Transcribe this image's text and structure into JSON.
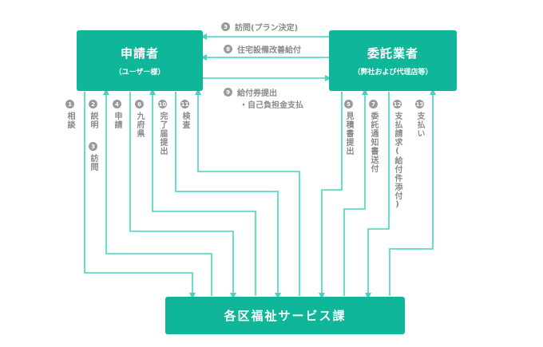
{
  "nodes": {
    "applicant": {
      "title": "申請者",
      "subtitle": "（ユーザー様）"
    },
    "contractor": {
      "title": "委託業者",
      "subtitle": "（弊社および代理店等）"
    },
    "office": {
      "title": "各区福祉サービス課"
    }
  },
  "top_steps": [
    {
      "num": "3",
      "label": "訪問(プラン決定)"
    },
    {
      "num": "8",
      "label": "住宅設備改善給付"
    },
    {
      "num": "9",
      "label": "給付券提出",
      "label2": "・自己負担金支払"
    }
  ],
  "left_steps": [
    {
      "num": "1",
      "label": "相談"
    },
    {
      "num": "2",
      "label": "説明"
    },
    {
      "num": "3",
      "label": "訪問"
    },
    {
      "num": "4",
      "label": "申請"
    },
    {
      "num": "6",
      "label": "九府県"
    },
    {
      "num": "10",
      "label": "完了届提出"
    },
    {
      "num": "11",
      "label": "検査"
    }
  ],
  "right_steps": [
    {
      "num": "5",
      "label": "見積書提出"
    },
    {
      "num": "7",
      "label": "委託通知書送付"
    },
    {
      "num": "12",
      "label": "支払請求(給付件添付)"
    },
    {
      "num": "13",
      "label": "支払い"
    }
  ],
  "colors": {
    "accent": "#0fb69a",
    "text": "#8a8a8a"
  }
}
